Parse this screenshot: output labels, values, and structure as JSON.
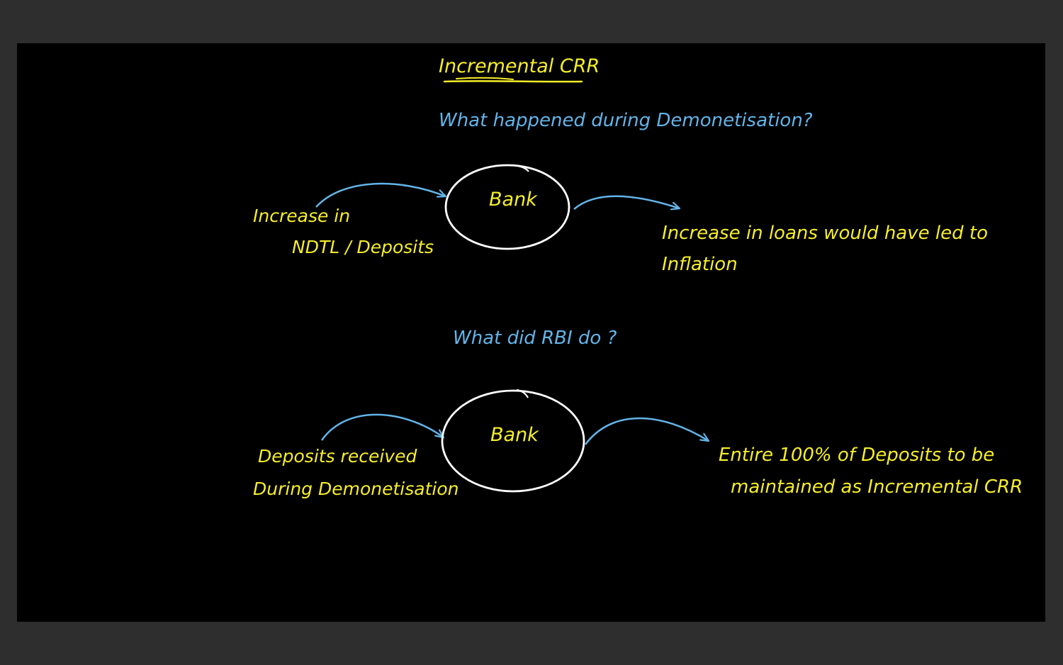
{
  "colors": {
    "frame": "#2e2e2e",
    "board": "#000000",
    "yellow_ink": "#f6ee2a",
    "blue_ink": "#63b4e8",
    "white_ink": "#ffffff"
  },
  "title": "Incremental CRR",
  "question1": "What happened during Demonetisation?",
  "diagram1": {
    "input_line1": "Increase in",
    "input_line2": "NDTL / Deposits",
    "node": "Bank",
    "output_line1": "Increase in loans would have led to",
    "output_line2": "Inflation"
  },
  "question2": "What did RBI do ?",
  "diagram2": {
    "input_line1": "Deposits received",
    "input_line2": "During Demonetisation",
    "node": "Bank",
    "output_line1": "Entire 100% of Deposits to be",
    "output_line2": "maintained as Incremental CRR"
  }
}
